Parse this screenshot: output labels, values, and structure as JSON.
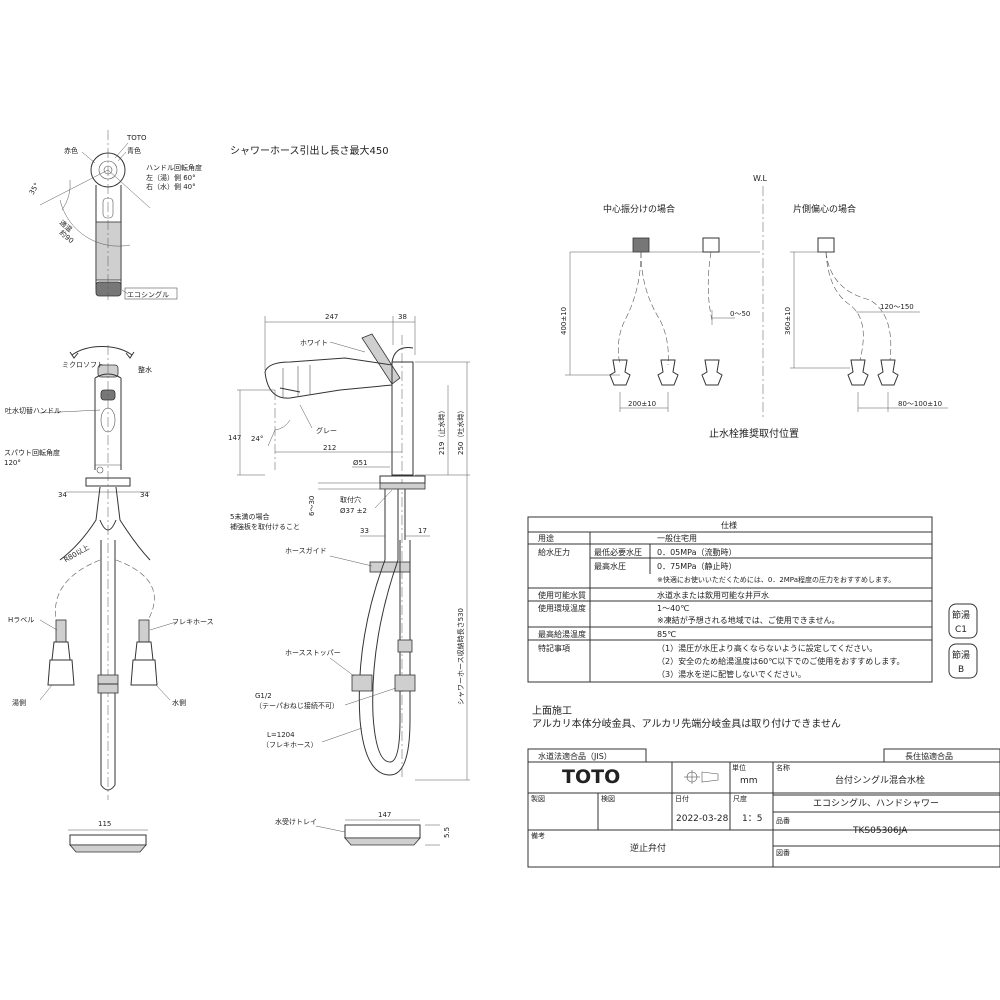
{
  "top_view": {
    "label_toto": "TOTO",
    "label_red": "赤色",
    "label_blue": "青色",
    "handle_angle_title": "ハンドル回転角度",
    "handle_left": "左（湯）側 60°",
    "handle_right": "右（水）側 40°",
    "angle_a": "35°",
    "label_cold": "適温",
    "label_approx": "約90",
    "eco_single": "エコシングル"
  },
  "notes": {
    "shower_hose": "シャワーホース引出し長さ最大450"
  },
  "front_view": {
    "micro_soft": "ミクロソフト",
    "seisui": "整水",
    "outlet_handle": "吐水切替ハンドル",
    "spout_angle": "スパウト回転角度",
    "spout_angle_value": "120°",
    "dim_34a": "34",
    "dim_34b": "34",
    "r80": "R80以上",
    "h_label": "Hラベル",
    "flexi_hose": "フレキホース",
    "hot_side": "湯側",
    "cold_side": "水側",
    "dim_115": "115"
  },
  "side_view": {
    "dim_247": "247",
    "dim_38": "38",
    "white": "ホワイト",
    "gray": "グレー",
    "dim_147": "147",
    "angle_24": "24°",
    "dim_212": "212",
    "dim_51": "Ø51",
    "dim_219": "219（止水時）",
    "dim_250": "250（吐水時）",
    "mount_hole": "取付穴",
    "mount_hole_dim": "Ø37 ±2",
    "reinforce_1": "5未満の場合",
    "reinforce_2": "補強板を取付けること",
    "dim_6_30": "6〜30",
    "dim_33": "33",
    "dim_17": "17",
    "hose_guide": "ホースガイド",
    "hose_stopper": "ホースストッパー",
    "g12": "G1/2",
    "taper": "（テーパおねじ接続不可）",
    "l1204": "L=1204",
    "flexi": "（フレキホース）",
    "hose_retract": "シャワーホース収納時長さ530",
    "tray": "水受けトレイ",
    "dim_147b": "147",
    "dim_55": "5.5"
  },
  "valve_diagram": {
    "wl": "W.L",
    "center_title": "中心振分けの場合",
    "side_title": "片側偏心の場合",
    "dim_400": "400±10",
    "dim_0_50": "0〜50",
    "dim_200": "200±10",
    "dim_360": "360±10",
    "dim_120_150": "120〜150",
    "dim_80_100": "80〜100±10",
    "caption": "止水栓推奨取付位置"
  },
  "spec_table": {
    "title": "仕様",
    "rows": [
      {
        "label": "用途",
        "sub": "",
        "value": "一般住宅用"
      },
      {
        "label": "給水圧力",
        "sub": "最低必要水圧",
        "value": "0．05MPa（流動時）"
      },
      {
        "label": "",
        "sub": "最高水圧",
        "value": "0．75MPa（静止時）"
      },
      {
        "label": "",
        "sub": "",
        "value": "※快適にお使いいただくためには、0．2MPa程度の圧力をおすすめします。"
      },
      {
        "label": "使用可能水質",
        "sub": "",
        "value": "水道水または飲用可能な井戸水"
      },
      {
        "label": "使用環境温度",
        "sub": "",
        "value": "1〜40℃"
      },
      {
        "label": "",
        "sub": "",
        "value": "※凍結が予想される地域では、ご使用できません。"
      },
      {
        "label": "最高給湯温度",
        "sub": "",
        "value": "85℃"
      },
      {
        "label": "特記事項",
        "sub": "",
        "value": "（1）湯圧が水圧より高くならないように設定してください。"
      },
      {
        "label": "",
        "sub": "",
        "value": "（2）安全のため給湯温度は60℃以下でのご使用をおすすめします。"
      },
      {
        "label": "",
        "sub": "",
        "value": "（3）湯水を逆に配管しないでください。"
      }
    ]
  },
  "badges": {
    "setsuyu_c1_top": "節湯",
    "setsuyu_c1_bottom": "C1",
    "setsuyu_b_top": "節湯",
    "setsuyu_b_bottom": "B"
  },
  "construction_notes": {
    "heading": "上面施工",
    "text": "アルカリ本体分岐金具、アルカリ先端分岐金具は取り付けできません"
  },
  "title_block": {
    "jis": "水道法適合品（JIS）",
    "chojuu": "長住協適合品",
    "logo": "TOTO",
    "unit_label": "単位",
    "unit": "mm",
    "name_label": "名称",
    "name_1": "台付シングル混合水栓",
    "name_2": "エコシングル、ハンドシャワー",
    "drawn_label": "製図",
    "checked_label": "検図",
    "date_label": "日付",
    "date": "2022-03-28",
    "scale_label": "尺度",
    "scale": "1：5",
    "part_label": "品番",
    "part": "TKS05306JA",
    "remarks_label": "備考",
    "remarks": "逆止弁付",
    "drawing_label": "図番"
  }
}
